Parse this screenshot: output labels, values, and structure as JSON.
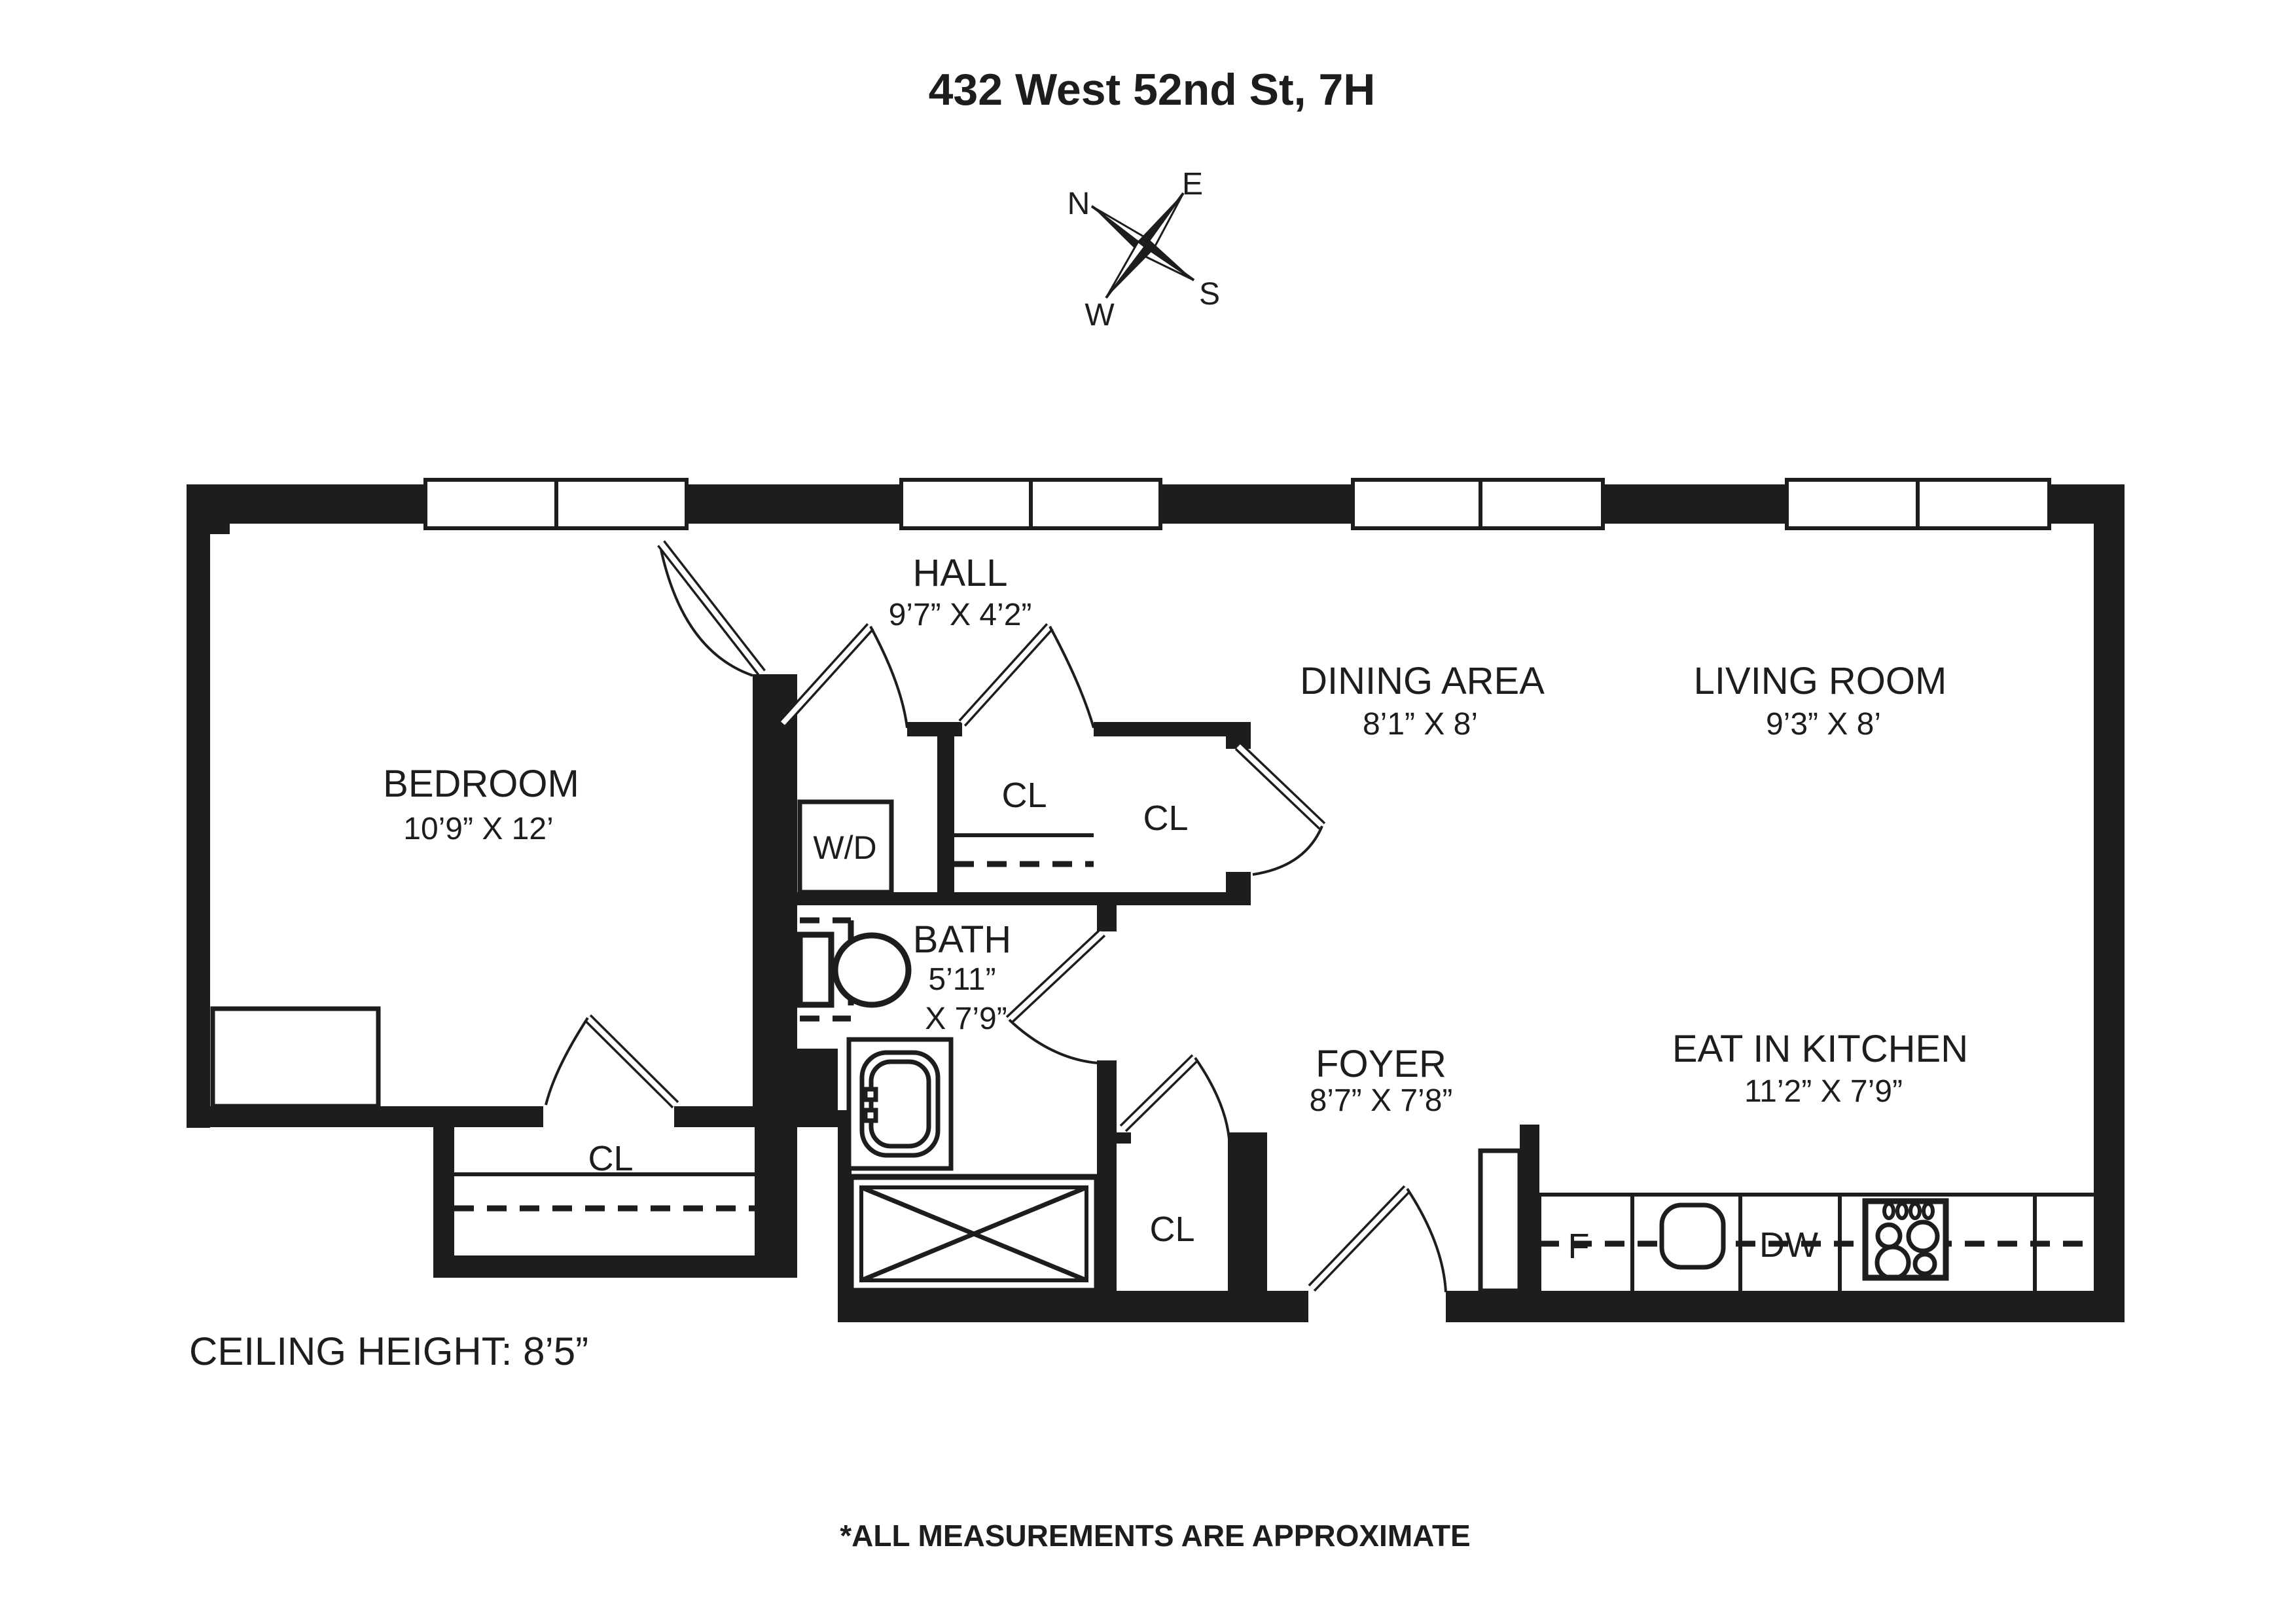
{
  "title": "432 West 52nd St, 7H",
  "compass": {
    "north": "N",
    "east": "E",
    "south": "S",
    "west": "W"
  },
  "rooms": {
    "bedroom": {
      "name": "BEDROOM",
      "dims": "10’9” X 12’"
    },
    "hall": {
      "name": "HALL",
      "dims": "9’7” X 4’2”"
    },
    "dining_area": {
      "name": "DINING AREA",
      "dims": "8’1” X 8’"
    },
    "living_room": {
      "name": "LIVING ROOM",
      "dims": "9’3” X 8’"
    },
    "bath": {
      "name": "BATH",
      "dims_line1": "5’11”",
      "dims_line2": "X 7’9”"
    },
    "foyer": {
      "name": "FOYER",
      "dims": "8’7” X 7’8”"
    },
    "eat_in_kitchen": {
      "name": "EAT IN KITCHEN",
      "dims": "11’2” X 7’9”"
    }
  },
  "closets": {
    "hall_closet": "CL",
    "dining_closet": "CL",
    "bedroom_closet": "CL",
    "foyer_closet": "CL"
  },
  "appliances": {
    "washer_dryer": "W/D",
    "fridge": "F",
    "dishwasher": "DW"
  },
  "notes": {
    "ceiling_height": "CEILING HEIGHT: 8’5”",
    "disclaimer": "*ALL MEASUREMENTS ARE APPROXIMATE"
  }
}
